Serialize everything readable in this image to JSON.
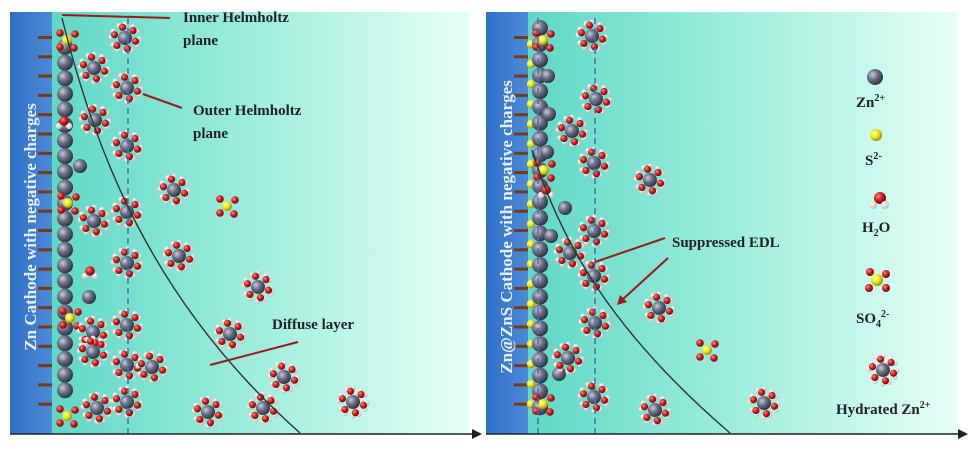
{
  "left_panel": {
    "electrode_label": "Zn Cathode with negative charges",
    "ihp_label_line1": "Inner Helmholtz",
    "ihp_label_line2": "plane",
    "ohp_label_line1": "Outer Helmholtz",
    "ohp_label_line2": "plane",
    "diffuse_label": "Diffuse layer"
  },
  "right_panel": {
    "electrode_label": "Zn@ZnS Cathode with negative charges",
    "edl_label": "Suppressed EDL"
  },
  "legend": {
    "items": [
      {
        "base": "Zn",
        "sup": "2+",
        "sub": "",
        "icon": "zn-ion"
      },
      {
        "base": "S",
        "sup": "2-",
        "sub": "",
        "icon": "sulfide-ion"
      },
      {
        "base": "H",
        "sub": "2",
        "rest": "O",
        "icon": "water"
      },
      {
        "base": "SO",
        "sub": "4",
        "sup": "2-",
        "icon": "sulfate"
      },
      {
        "base": "Hydrated Zn",
        "sup": "2+",
        "sub": "",
        "icon": "hydrated-zn"
      }
    ]
  },
  "colors": {
    "electrode": "#3b78c9",
    "electrolyte_start": "#5fd8c6",
    "electrolyte_end": "#e0fff5",
    "zn_ion": "#6a6e80",
    "sulfur": "#ece81a",
    "oxygen": "#cc1616",
    "hydrogen": "#f2f2f2",
    "charge_dash": "#7a3a12",
    "pointer": "#9b1b1b",
    "plane_line": "#4a73b5"
  }
}
